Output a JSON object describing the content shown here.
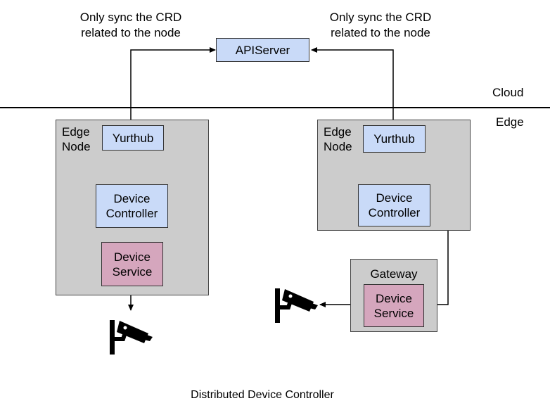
{
  "annotations": {
    "left_sync_note": [
      "Only sync the CRD",
      "related to the node"
    ],
    "right_sync_note": [
      "Only sync the CRD",
      "related to the node"
    ]
  },
  "regions": {
    "cloud": "Cloud",
    "edge": "Edge"
  },
  "apiserver": {
    "label": "APIServer"
  },
  "left_node": {
    "label": [
      "Edge",
      "Node"
    ],
    "yurthub": "Yurthub",
    "device_controller": [
      "Device",
      "Controller"
    ],
    "device_service": [
      "Device",
      "Service"
    ]
  },
  "right_node": {
    "label": [
      "Edge",
      "Node"
    ],
    "yurthub": "Yurthub",
    "device_controller": [
      "Device",
      "Controller"
    ]
  },
  "gateway": {
    "label": "Gateway",
    "device_service": [
      "Device",
      "Service"
    ]
  },
  "icons": {
    "left_device": "security-camera-icon",
    "right_device": "security-camera-icon"
  },
  "colors": {
    "component_blue": "#c9daf8",
    "service_pink": "#d5a6bd",
    "node_gray": "#cccccc"
  },
  "caption": "Distributed Device Controller"
}
